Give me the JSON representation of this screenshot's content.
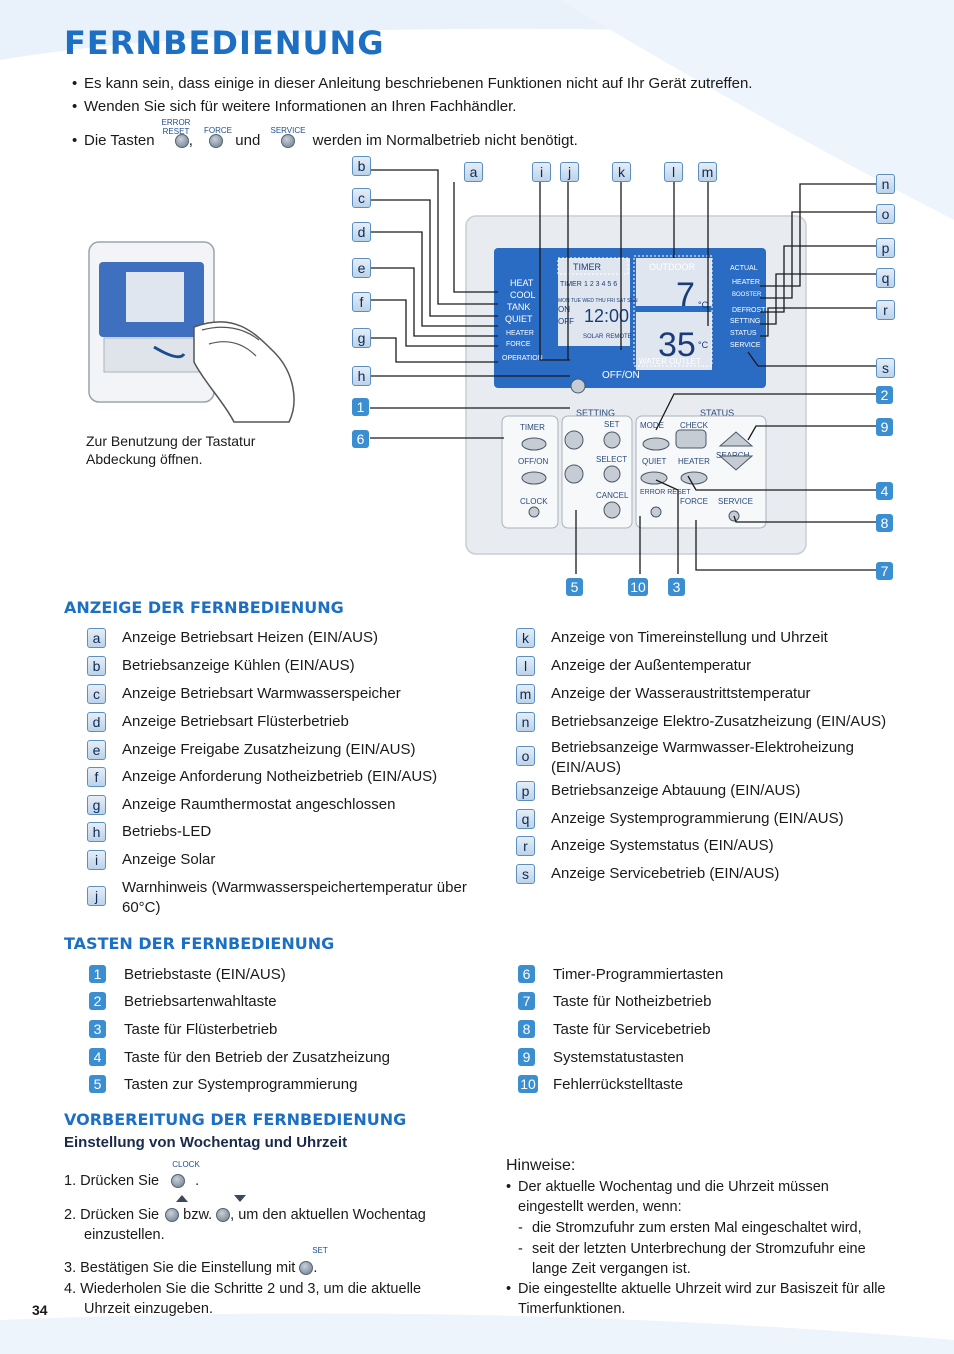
{
  "title": "FERNBEDIENUNG",
  "intro": {
    "bullet1": "Es kann sein, dass einige in dieser Anleitung beschriebenen Funktionen nicht auf Ihr Gerät zutreffen.",
    "bullet2": "Wenden Sie sich für weitere Informationen an Ihren Fachhändler.",
    "bullet3_pre": "Die Tasten",
    "bullet3_sep": ",",
    "bullet3_und": "und",
    "bullet3_post": "werden im Normalbetrieb nicht benötigt.",
    "key_error": "ERROR RESET",
    "key_force": "FORCE",
    "key_service": "SERVICE"
  },
  "device_caption": "Zur Benutzung der Tastatur Abdeckung öffnen.",
  "remote": {
    "indicators_left": [
      "HEAT",
      "COOL",
      "TANK",
      "QUIET"
    ],
    "small_left": [
      "HEATER",
      "FORCE"
    ],
    "operation": "OPERATION",
    "timer_box": "TIMER",
    "timer_small": "TIMER",
    "timer_nums": "1 2 3 4 5 6",
    "weekdays": "MON TUE WED THU FRI SAT SUN",
    "on_label": "ON",
    "off_label": "OFF",
    "time_value": "12:00",
    "solar": "SOLAR",
    "remote_lbl": "REMOTE",
    "outdoor": "OUTDOOR",
    "outdoor_temp": "7",
    "water_outlet": "WATER OUTLET",
    "water_temp": "35",
    "deg": "°C",
    "actual": "ACTUAL",
    "indicators_right": [
      "HEATER",
      "BOOSTER",
      "DEFROST",
      "SETTING",
      "STATUS",
      "SERVICE"
    ],
    "offon": "OFF/ON",
    "setting": "SETTING",
    "status": "STATUS",
    "btn_timer": "TIMER",
    "btn_offon": "OFF/ON",
    "btn_clock": "CLOCK",
    "btn_set": "SET",
    "btn_select": "SELECT",
    "btn_cancel": "CANCEL",
    "btn_mode": "MODE",
    "btn_check": "CHECK",
    "btn_quiet": "QUIET",
    "btn_heater": "HEATER",
    "btn_search": "SEARCH",
    "btn_error": "ERROR RESET",
    "btn_force": "FORCE",
    "btn_service": "SERVICE"
  },
  "callouts_letters": [
    "a",
    "b",
    "c",
    "d",
    "e",
    "f",
    "g",
    "h",
    "i",
    "j",
    "k",
    "l",
    "m",
    "n",
    "o",
    "p",
    "q",
    "r",
    "s"
  ],
  "callouts_numbers": [
    "1",
    "2",
    "3",
    "4",
    "5",
    "6",
    "7",
    "8",
    "9",
    "10"
  ],
  "anzeige": {
    "heading": "ANZEIGE DER FERNBEDIENUNG",
    "left": [
      {
        "k": "a",
        "t": "Anzeige Betriebsart Heizen (EIN/AUS)"
      },
      {
        "k": "b",
        "t": "Betriebsanzeige Kühlen (EIN/AUS)"
      },
      {
        "k": "c",
        "t": "Anzeige Betriebsart Warmwasserspeicher"
      },
      {
        "k": "d",
        "t": "Anzeige Betriebsart Flüsterbetrieb"
      },
      {
        "k": "e",
        "t": "Anzeige Freigabe Zusatzheizung (EIN/AUS)"
      },
      {
        "k": "f",
        "t": "Anzeige Anforderung Notheizbetrieb (EIN/AUS)"
      },
      {
        "k": "g",
        "t": "Anzeige Raumthermostat angeschlossen"
      },
      {
        "k": "h",
        "t": "Betriebs-LED"
      },
      {
        "k": "i",
        "t": "Anzeige Solar"
      },
      {
        "k": "j",
        "t": "Warnhinweis (Warmwasserspeichertemperatur über",
        "t2": "60°C)"
      }
    ],
    "right": [
      {
        "k": "k",
        "t": "Anzeige von Timereinstellung und Uhrzeit"
      },
      {
        "k": "l",
        "t": "Anzeige der Außentemperatur"
      },
      {
        "k": "m",
        "t": "Anzeige der Wasseraustrittstemperatur"
      },
      {
        "k": "n",
        "t": "Betriebsanzeige Elektro-Zusatzheizung (EIN/AUS)"
      },
      {
        "k": "o",
        "t": "Betriebsanzeige Warmwasser-Elektroheizung",
        "t2": "(EIN/AUS)"
      },
      {
        "k": "p",
        "t": "Betriebsanzeige Abtauung (EIN/AUS)"
      },
      {
        "k": "q",
        "t": "Anzeige Systemprogrammierung (EIN/AUS)"
      },
      {
        "k": "r",
        "t": "Anzeige Systemstatus (EIN/AUS)"
      },
      {
        "k": "s",
        "t": "Anzeige Servicebetrieb (EIN/AUS)"
      }
    ]
  },
  "tasten": {
    "heading": "TASTEN DER FERNBEDIENUNG",
    "left": [
      {
        "k": "1",
        "t": "Betriebstaste (EIN/AUS)"
      },
      {
        "k": "2",
        "t": "Betriebsartenwahltaste"
      },
      {
        "k": "3",
        "t": "Taste für Flüsterbetrieb"
      },
      {
        "k": "4",
        "t": "Taste für den Betrieb der Zusatzheizung"
      },
      {
        "k": "5",
        "t": "Tasten zur Systemprogrammierung"
      }
    ],
    "right": [
      {
        "k": "6",
        "t": "Timer-Programmiertasten"
      },
      {
        "k": "7",
        "t": "Taste für Notheizbetrieb"
      },
      {
        "k": "8",
        "t": "Taste für Servicebetrieb"
      },
      {
        "k": "9",
        "t": "Systemstatustasten"
      },
      {
        "k": "10",
        "t": "Fehlerrückstelltaste"
      }
    ]
  },
  "vorbereitung": {
    "heading": "VORBEREITUNG DER FERNBEDIENUNG",
    "subheading": "Einstellung von Wochentag und Uhrzeit",
    "step1": "1.  Drücken Sie",
    "step1_key": "CLOCK",
    "step1_end": ".",
    "step2a": "2.  Drücken Sie",
    "step2_bzw": "bzw.",
    "step2b": ", um den aktuellen Wochentag",
    "step2c": "einzustellen.",
    "step3": "3.  Bestätigen Sie die Einstellung mit",
    "step3_key": "SET",
    "step3_end": ".",
    "step4a": "4.  Wiederholen Sie die Schritte 2 und 3, um die aktuelle",
    "step4b": "Uhrzeit einzugeben."
  },
  "hinweise": {
    "heading": "Hinweise:",
    "b1a": "Der aktuelle Wochentag und die Uhrzeit müssen",
    "b1b": "eingestellt werden, wenn:",
    "d1": "die Stromzufuhr zum ersten Mal eingeschaltet wird,",
    "d2a": "seit der letzten Unterbrechung der Stromzufuhr eine",
    "d2b": "lange Zeit vergangen ist.",
    "b2a": "Die eingestellte aktuelle Uhrzeit wird zur Basiszeit für alle",
    "b2b": "Timerfunktionen."
  },
  "page_number": "34",
  "colors": {
    "heading_blue": "#1c6fc2",
    "key_blue": "#3b8fd0",
    "panel_blue": "#2a6cc4"
  }
}
